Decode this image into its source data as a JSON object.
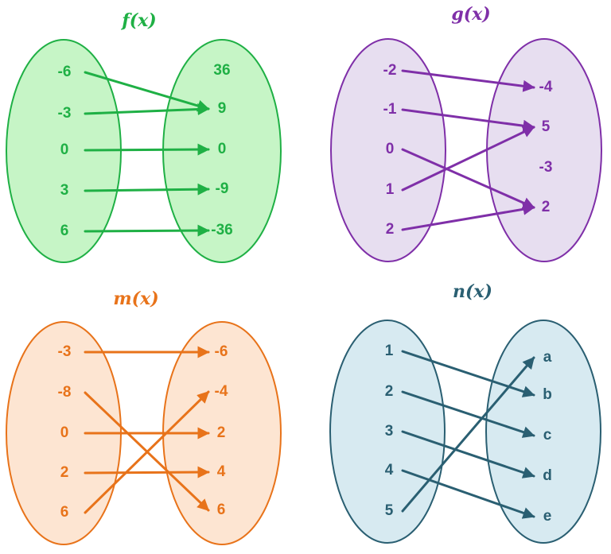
{
  "diagrams": [
    {
      "title": "f(x)",
      "color": "#1fb045",
      "fill": "#c6f5c6",
      "domain": [
        "-6",
        "-3",
        "0",
        "3",
        "6"
      ],
      "range": [
        "36",
        "9",
        "0",
        "-9",
        "-36"
      ],
      "arrows": [
        {
          "from": "-6",
          "to": "9"
        },
        {
          "from": "-3",
          "to": "9"
        },
        {
          "from": "0",
          "to": "0"
        },
        {
          "from": "3",
          "to": "-9"
        },
        {
          "from": "6",
          "to": "-36"
        }
      ]
    },
    {
      "title": "g(x)",
      "color": "#7f2fa8",
      "fill": "#e7def0",
      "domain": [
        "-2",
        "-1",
        "0",
        "1",
        "2"
      ],
      "range": [
        "-4",
        "5",
        "-3",
        "2"
      ],
      "arrows": [
        {
          "from": "-2",
          "to": "-4"
        },
        {
          "from": "-1",
          "to": "5"
        },
        {
          "from": "0",
          "to": "2"
        },
        {
          "from": "1",
          "to": "5"
        },
        {
          "from": "2",
          "to": "2"
        }
      ]
    },
    {
      "title": "m(x)",
      "color": "#e8731a",
      "fill": "#fde5d2",
      "domain": [
        "-3",
        "-8",
        "0",
        "2",
        "6"
      ],
      "range": [
        "-6",
        "-4",
        "2",
        "4",
        "6"
      ],
      "arrows": [
        {
          "from": "-3",
          "to": "-6"
        },
        {
          "from": "-8",
          "to": "6"
        },
        {
          "from": "0",
          "to": "2"
        },
        {
          "from": "2",
          "to": "4"
        },
        {
          "from": "6",
          "to": "-4"
        }
      ]
    },
    {
      "title": "n(x)",
      "color": "#2a5f72",
      "fill": "#d7eaf1",
      "domain": [
        "1",
        "2",
        "3",
        "4",
        "5"
      ],
      "range": [
        "a",
        "b",
        "c",
        "d",
        "e"
      ],
      "arrows": [
        {
          "from": "1",
          "to": "b"
        },
        {
          "from": "2",
          "to": "c"
        },
        {
          "from": "3",
          "to": "d"
        },
        {
          "from": "4",
          "to": "e"
        },
        {
          "from": "5",
          "to": "a"
        }
      ]
    }
  ]
}
